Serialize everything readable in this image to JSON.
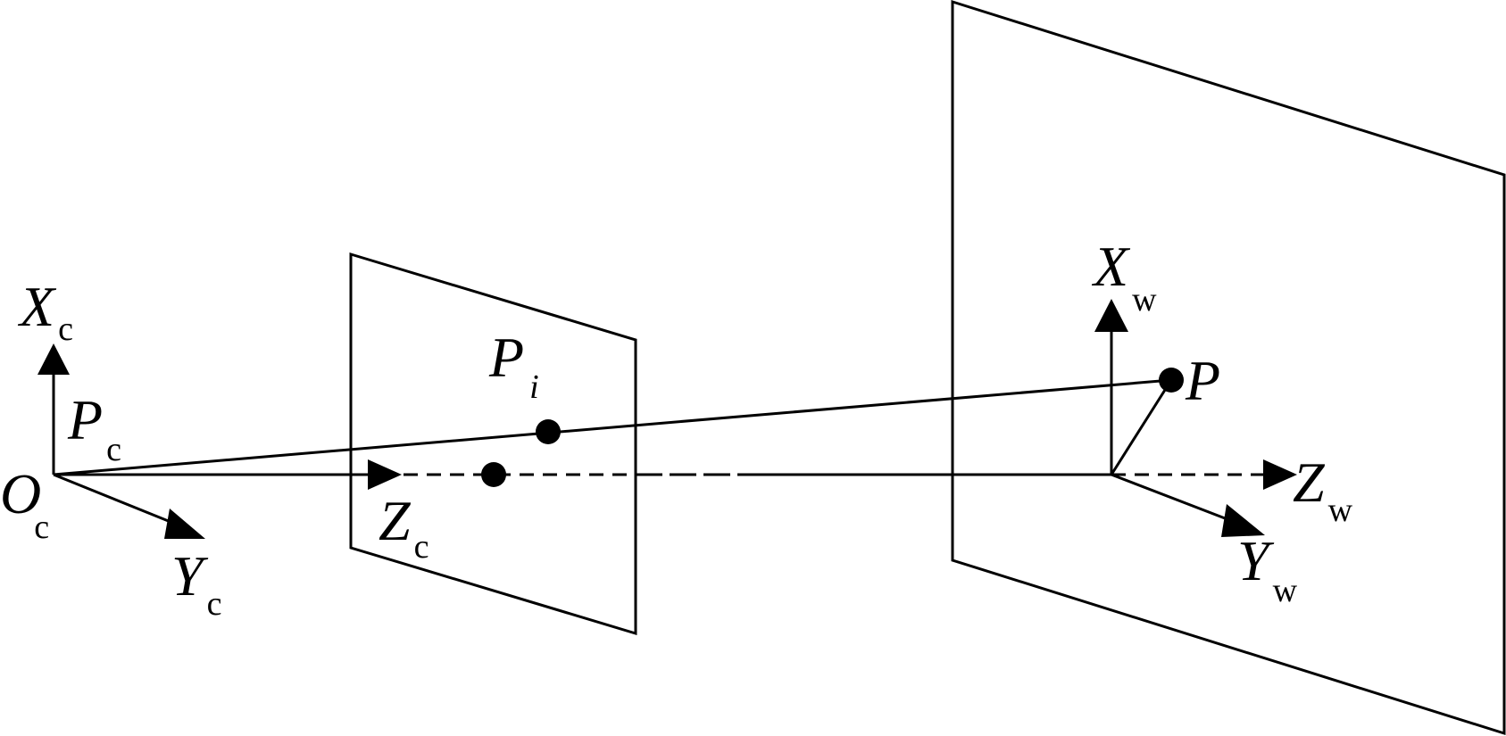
{
  "diagram": {
    "camera_frame": {
      "origin": {
        "main": "O",
        "sub": "c"
      },
      "x_axis": {
        "main": "X",
        "sub": "c"
      },
      "y_axis": {
        "main": "Y",
        "sub": "c"
      },
      "z_axis": {
        "main": "Z",
        "sub": "c"
      },
      "point": {
        "main": "P",
        "sub": "c"
      }
    },
    "image_point": {
      "main": "P",
      "sub": "i"
    },
    "world_frame": {
      "x_axis": {
        "main": "X",
        "sub": "w"
      },
      "y_axis": {
        "main": "Y",
        "sub": "w"
      },
      "z_axis": {
        "main": "Z",
        "sub": "w"
      },
      "point": {
        "main": "P"
      }
    },
    "stroke_color": "#000000"
  }
}
